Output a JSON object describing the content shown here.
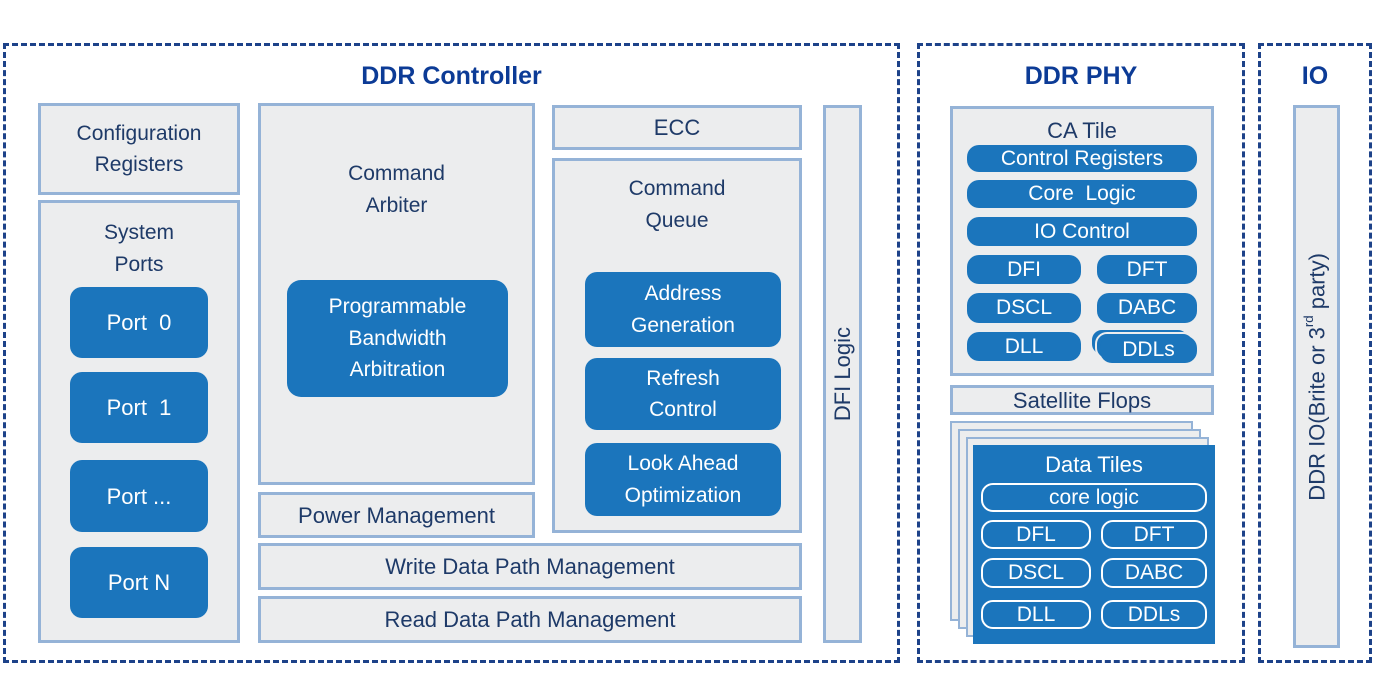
{
  "colors": {
    "block_blue": "#1B75BC",
    "panel_fill": "#ECEDEE",
    "panel_border": "#95B3D7",
    "navy_text": "#1E3A68",
    "section_title_blue": "#0C3B96",
    "dashed_border": "#1D4289",
    "white_text": "#FFFFFF"
  },
  "controller": {
    "title": "DDR Controller",
    "config_registers": {
      "line1": "Configuration",
      "line2": "Registers"
    },
    "system_ports": {
      "line1": "System",
      "line2": "Ports",
      "ports": [
        "Port  0",
        "Port  1",
        "Port ...",
        "Port N"
      ]
    },
    "command_arbiter": {
      "line1": "Command",
      "line2": "Arbiter",
      "pba": "Programmable Bandwidth Arbitration"
    },
    "power_management": "Power Management",
    "ecc": "ECC",
    "command_queue": {
      "line1": "Command",
      "line2": "Queue",
      "items": [
        {
          "line1": "Address",
          "line2": "Generation"
        },
        {
          "line1": "Refresh",
          "line2": "Control"
        },
        {
          "line1": "Look Ahead",
          "line2": "Optimization"
        }
      ]
    },
    "write_path": "Write Data Path Management",
    "read_path": "Read Data Path Management",
    "dfi_logic": "DFI Logic"
  },
  "phy": {
    "title": "DDR PHY",
    "ca_tile": {
      "title": "CA Tile",
      "control_registers": "Control Registers",
      "core_logic": "Core  Logic",
      "io_control": "IO Control",
      "dfi": "DFI",
      "dft": "DFT",
      "dscl": "DSCL",
      "dabc": "DABC",
      "dll": "DLL",
      "ddls": "DDLs"
    },
    "satellite_flops": "Satellite Flops",
    "data_tiles": {
      "title": "Data Tiles",
      "core_logic": "core logic",
      "dfl": "DFL",
      "dft": "DFT",
      "dscl": "DSCL",
      "dabc": "DABC",
      "dll": "DLL",
      "ddls": "DDLs"
    }
  },
  "io": {
    "title": "IO",
    "bar_prefix": "DDR IO(Brite or 3",
    "bar_sup": "rd",
    "bar_suffix": " party)"
  }
}
